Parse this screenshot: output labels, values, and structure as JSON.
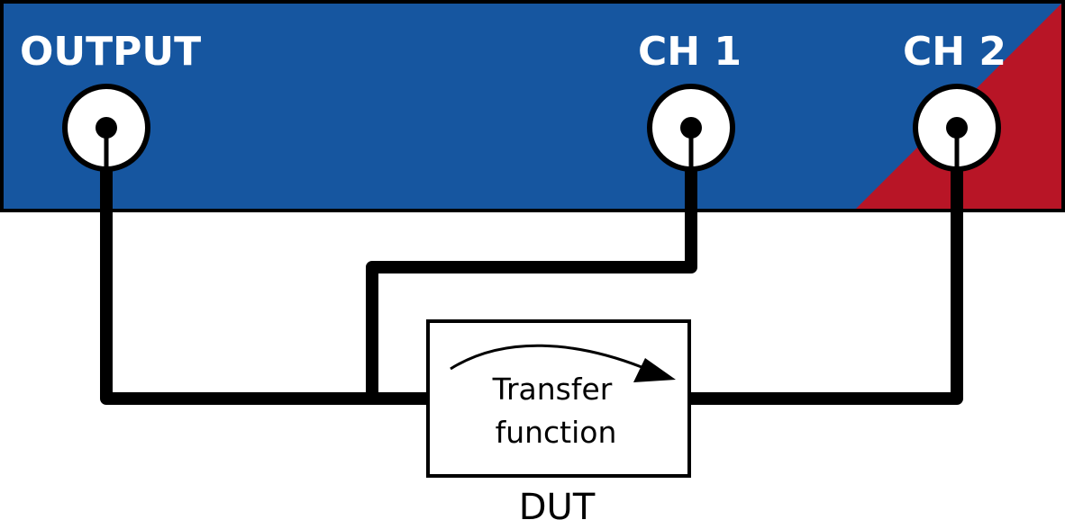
{
  "instrument": {
    "panel_color": "#1656a0",
    "corner_color": "#b81526",
    "ports": {
      "output": {
        "label": "OUTPUT"
      },
      "ch1": {
        "label": "CH 1"
      },
      "ch2": {
        "label": "CH 2"
      }
    }
  },
  "dut": {
    "label": "DUT",
    "box_text_line1": "Transfer",
    "box_text_line2": "function"
  },
  "icons": {
    "connector": "bnc-connector-icon",
    "arrow": "curved-arrow-icon"
  }
}
